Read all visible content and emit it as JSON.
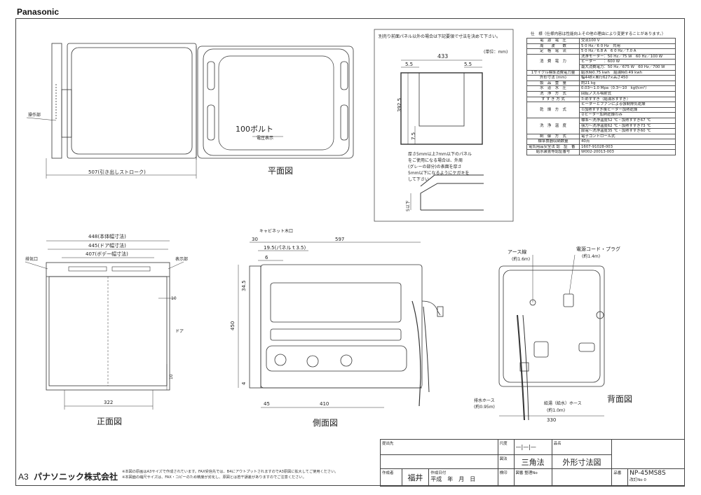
{
  "brand": "Panasonic",
  "plan_view": {
    "title": "平面図",
    "operation_label": "操作部",
    "voltage_text": "100ボルト",
    "voltage_note": "電圧表示",
    "stroke_label": "507(引き出しストローク)"
  },
  "cutout": {
    "note": "別売り前面パネル以外の場合は下記要領で寸法を決めて下さい。",
    "unit": "(単位：mm)",
    "width": "433",
    "height": "392.5",
    "margin_left": "5.5",
    "margin_right": "5.5",
    "bottom": "7.5",
    "panel_note": [
      "厚さ5mm以上7mm以下のパネル",
      "をご使用になる場合は、外周",
      "(グレーの部分)の表面を厚さ",
      "5mm以下になるようにケガキを",
      "して下さい"
    ],
    "thickness_label": "5以下"
  },
  "front_view": {
    "title": "正面図",
    "dim_body": "448(本体幅寸法)",
    "dim_door": "445(ドア幅寸法)",
    "dim_body2": "407(ボデー幅寸法)",
    "exhaust": "排気口",
    "indicator": "表示部",
    "door": "ドア",
    "dim_10a": "10",
    "dim_10b": "10",
    "dim_322": "322"
  },
  "side_view": {
    "title": "側面図",
    "cabinet": "キャビネット木口",
    "dim_30": "30",
    "dim_597": "597",
    "dim_panel": "19.5(パネルｔ3.5)",
    "dim_6": "6",
    "dim_345": "34.5",
    "dim_450": "450",
    "dim_4": "4",
    "dim_45": "45",
    "dim_410": "410"
  },
  "back_view": {
    "title": "背面図",
    "earth": "アース線",
    "earth_len": "(約1.6m)",
    "power": "電源コード・プラグ",
    "power_len": "(約1.4m)",
    "drain": "排水ホース",
    "drain_len": "(約0.95m)",
    "supply": "給湯（給水）ホース",
    "supply_len": "(約1.0m)",
    "dim_330": "330"
  },
  "spec": {
    "title": "仕　様（仕様内容は性能向上その他の理由により変更することがあります。）",
    "rows": [
      {
        "k": "電　源　電　圧",
        "v": [
          "交流100 V"
        ]
      },
      {
        "k": "周　　波　　数",
        "v": [
          "5 0 Hz／6 0 Hz　共用"
        ]
      },
      {
        "k": "定　格　電　流",
        "v": [
          "5 0 Hz／6.8 A　6 0 Hz／7.0 A"
        ]
      },
      {
        "k": "消　費　電　力",
        "v": [
          "洗浄モーター：50 Hz／75 W　60 Hz／100 W",
          "ヒーター　　：600 W",
          "最大消費電力：50 Hz／675 W　60 Hz／700 W"
        ]
      },
      {
        "k": "1サイクル標準消費電力量",
        "v": [
          "給水時0.75 kwh　給湯時0.49 kwh"
        ]
      },
      {
        "k": "外形寸法 (mm)",
        "v": [
          "幅448×奥行627×高さ450"
        ]
      },
      {
        "k": "製　品　重　量",
        "v": [
          "約21 kg"
        ]
      },
      {
        "k": "水　道　水　圧",
        "v": [
          "0.03～1.0 Mpa（0.3～10　kgf/cm²）"
        ]
      },
      {
        "k": "洗　浄　方　式",
        "v": [
          "回転ノズル噴射式"
        ]
      },
      {
        "k": "す す ぎ 方 式",
        "v": [
          "ためすすぎ（給湯水すすぎ）"
        ]
      },
      {
        "k": "乾　燥　方　式",
        "v": [
          "ヒーターとファンによる強制排気乾燥",
          "①加熱すすぎ後ヒーター加熱乾燥",
          "②ヒーター加熱乾燥のみ"
        ]
      },
      {
        "k": "洗　浄　温　度",
        "v": [
          "標準～洗浄温度52 ℃・加熱すすぎ67 ℃",
          "強力～洗浄温度62 ℃・加熱すすぎ73 ℃",
          "節電～洗浄温度35 ℃・加熱すすぎ60 ℃"
        ]
      },
      {
        "k": "制　御　方　式",
        "v": [
          "電子コントロール式"
        ]
      },
      {
        "k": "標準食器収納数量",
        "v": [
          "40点"
        ]
      },
      {
        "k": "電気用品安全法 認　証　番　号",
        "v": [
          "1607-91028-003"
        ]
      },
      {
        "k": "給水装置等認証番号",
        "v": [
          "W002-20013-003"
        ]
      }
    ]
  },
  "title_block": {
    "destination": "提出先",
    "scale_label": "尺度",
    "projection_label": "図法",
    "projection": "三角法",
    "name_label": "品名",
    "name": "外形寸法図",
    "model_label": "品番",
    "model": "NP-45MS8S",
    "creator_label": "作成者",
    "creator": "福井",
    "date_label": "作成日付",
    "date": "平成　年　月　日",
    "check_label": "検印",
    "drawing_no_label": "図番 整理No",
    "revision_label": "改訂No",
    "revision": "0"
  },
  "footer": {
    "a3": "A3",
    "company": "パナソニック株式会社",
    "note1": "※本図の原画はA3サイズで作成されています。FAX受信先では、B4にアウトプットされますのでA3原図に拡大してご使用ください。",
    "note2": "※本図面の縮尺サイズは、FAX・コピーのため精度が劣化し、原図とは若干誤差がありますのでご注意ください。"
  }
}
